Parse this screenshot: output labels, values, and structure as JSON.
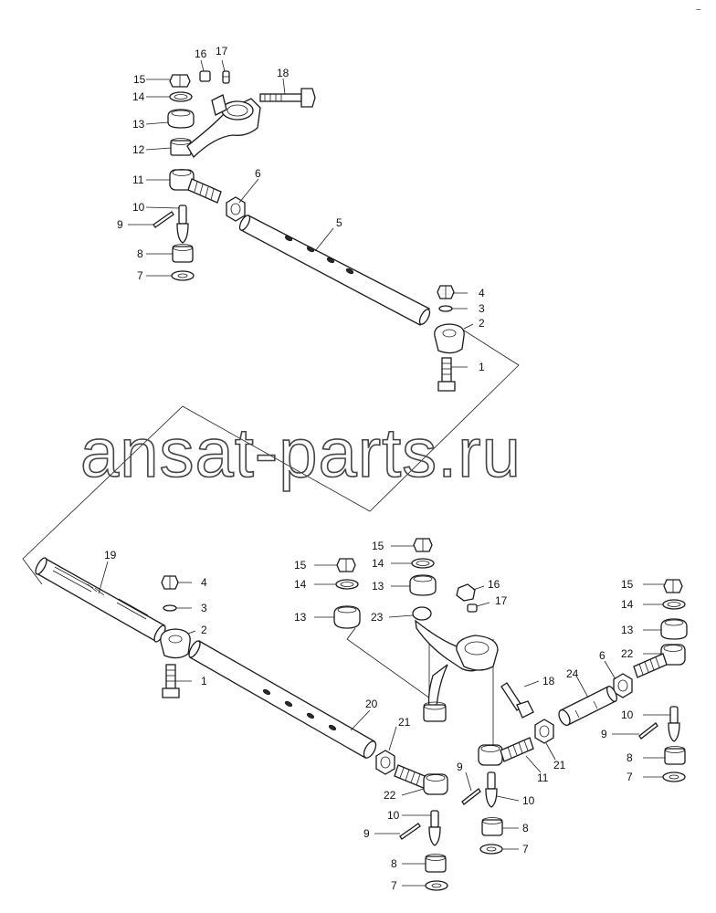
{
  "watermark": "ansat-parts.ru",
  "corner_mark": "~",
  "callouts": {
    "top": [
      "15",
      "16",
      "17",
      "18",
      "14",
      "13",
      "12",
      "11",
      "6",
      "10",
      "9",
      "5",
      "8",
      "7",
      "4",
      "3",
      "2",
      "1"
    ],
    "bottom_left": [
      "19",
      "4",
      "3",
      "2",
      "1",
      "20",
      "21",
      "22",
      "10",
      "9",
      "8",
      "7"
    ],
    "bottom_center": [
      "15",
      "14",
      "13",
      "15",
      "14",
      "13",
      "23",
      "16",
      "17",
      "18",
      "9",
      "11",
      "21",
      "10",
      "8",
      "7"
    ],
    "bottom_right": [
      "15",
      "14",
      "13",
      "22",
      "6",
      "24",
      "10",
      "9",
      "8",
      "7"
    ]
  }
}
